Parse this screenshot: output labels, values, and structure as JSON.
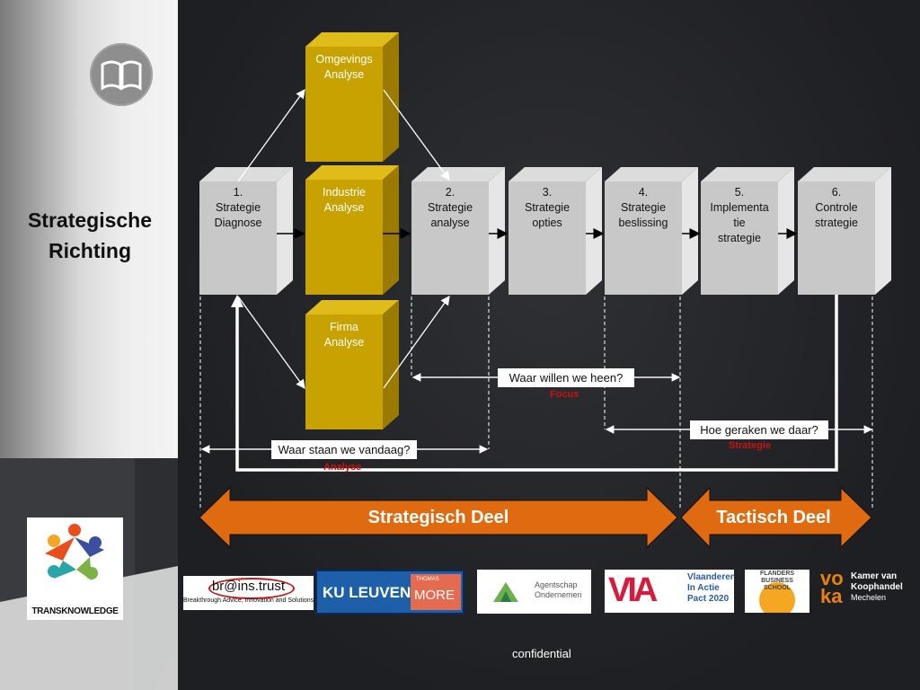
{
  "sidebar": {
    "title": "Strategische Richting",
    "logo_label": "TRANSKNOWLEDGE"
  },
  "steps": [
    {
      "label": "1.\nStrategie\nDiagnose"
    },
    {
      "label": "2.\nStrategie\nanalyse"
    },
    {
      "label": "3.\nStrategie\nopties"
    },
    {
      "label": "4.\nStrategie\nbeslissing"
    },
    {
      "label": "5.\nImplementa\ntie\nstrategie"
    },
    {
      "label": "6.\nControle\nstrategie"
    }
  ],
  "analyses": [
    {
      "label": "Omgevings\nAnalyse"
    },
    {
      "label": "Industrie\nAnalyse"
    },
    {
      "label": "Firma\nAnalyse"
    }
  ],
  "callouts": {
    "heen": {
      "question": "Waar willen we heen?",
      "tag": "Focus"
    },
    "daar": {
      "question": "Hoe geraken we daar?",
      "tag": "Strategie"
    },
    "vandaag": {
      "question": "Waar staan we vandaag?",
      "tag": "Analyse"
    }
  },
  "phases": {
    "strategisch": "Strategisch Deel",
    "tactisch": "Tactisch Deel"
  },
  "partners": {
    "brains": "br@ins.trust",
    "brains_sub": "Breakthrough Advice, Innovation and Solutions",
    "kuleuven": "KU LEUVEN",
    "thomas": "THOMAS",
    "more": "MORE",
    "agentschap": "Agentschap\nOndernemen",
    "via": "VIA",
    "vlaanderen": "Vlaanderen\nIn Actie\nPact 2020",
    "fbs": "FLANDERS\nBUSINESS\nSCHOOL",
    "voka_mark": "vo\nka",
    "voka": "Kamer van\nKoophandel",
    "voka_sub": "Mechelen"
  },
  "footer": "confidential",
  "colors": {
    "gold": "#c8a200",
    "orange": "#e06a10",
    "grey_box": "#c8c8c8",
    "red": "#cc1111"
  }
}
